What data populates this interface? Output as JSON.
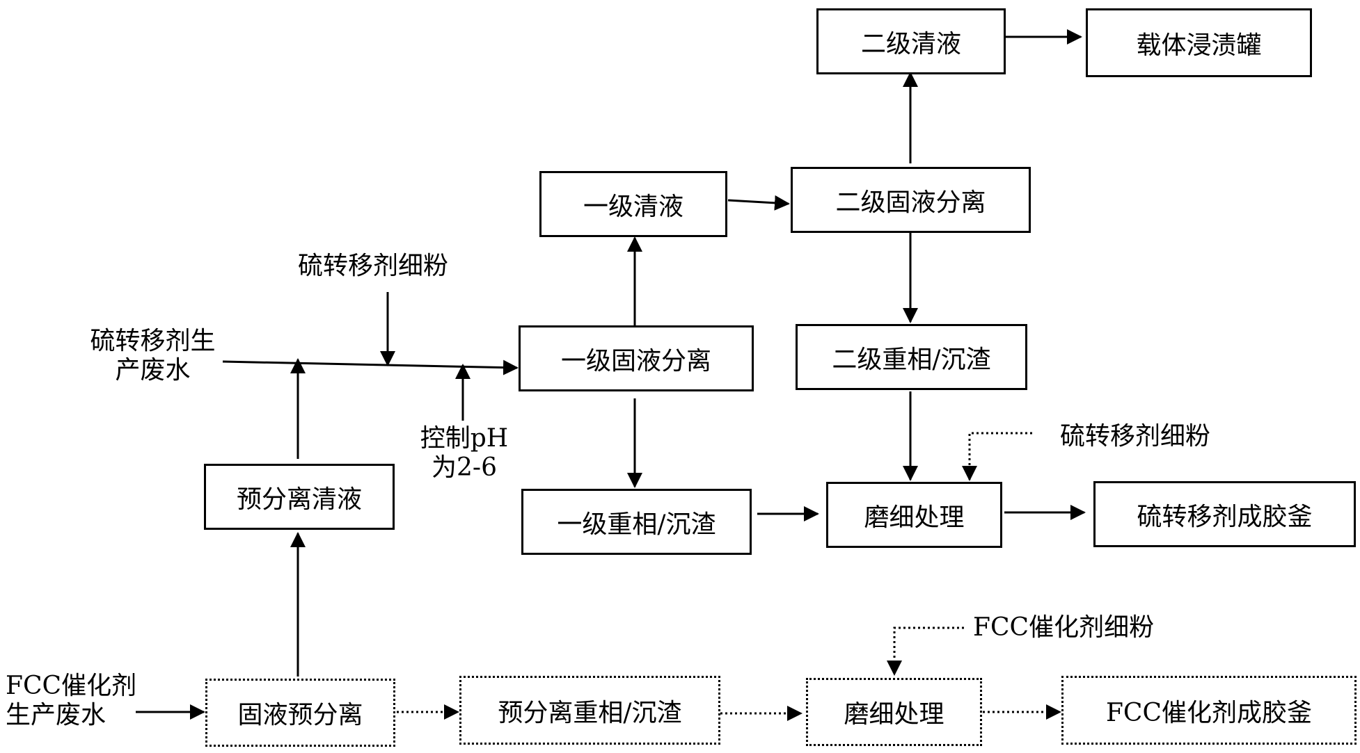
{
  "boxes": {
    "secondary_clear_liquid": "二级清液",
    "carrier_impregnation_tank": "载体浸渍罐",
    "primary_clear_liquid": "一级清液",
    "secondary_solid_liquid_separation": "二级固液分离",
    "primary_solid_liquid_separation": "一级固液分离",
    "secondary_heavy_phase_residue": "二级重相/沉渣",
    "pre_separation_clear_liquid": "预分离清液",
    "primary_heavy_phase_residue": "一级重相/沉渣",
    "grinding_treatment_top": "磨细处理",
    "sulfur_transfer_agent_gel_kettle": "硫转移剂成胶釜",
    "solid_liquid_pre_separation": "固液预分离",
    "pre_separation_heavy_phase_residue": "预分离重相/沉渣",
    "grinding_treatment_bottom": "磨细处理",
    "fcc_catalyst_gel_kettle": "FCC催化剂成胶釜"
  },
  "labels": {
    "sulfur_fines_top": "硫转移剂细粉",
    "sulfur_wastewater_line1": "硫转移剂生",
    "sulfur_wastewater_line2": "产废水",
    "ph_control_line1": "控制pH",
    "ph_control_line2": "为2-6",
    "sulfur_fines_right": "硫转移剂细粉",
    "fcc_fines": "FCC催化剂细粉",
    "fcc_wastewater_line1": "FCC催化剂",
    "fcc_wastewater_line2": "生产废水"
  }
}
